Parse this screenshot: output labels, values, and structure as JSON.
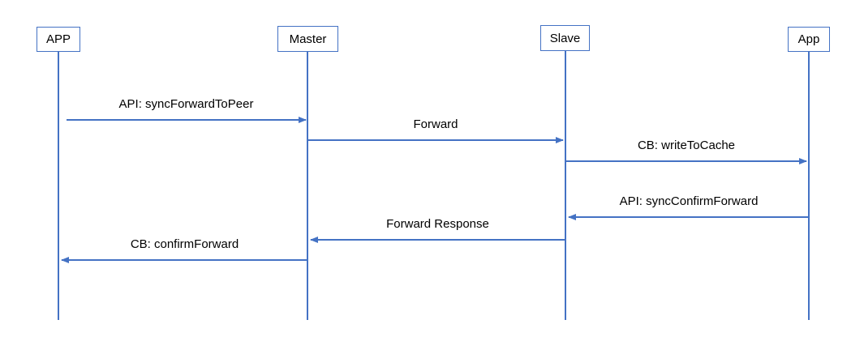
{
  "diagram": {
    "type": "sequence",
    "colors": {
      "line": "#4472C4",
      "text": "#000000",
      "background": "#FFFFFF"
    },
    "actors": [
      {
        "label": "APP"
      },
      {
        "label": "Master"
      },
      {
        "label": "Slave"
      },
      {
        "label": "App"
      }
    ],
    "messages": [
      {
        "label": "API: syncForwardToPeer",
        "from": "APP",
        "to": "Master",
        "direction": "right"
      },
      {
        "label": "Forward",
        "from": "Master",
        "to": "Slave",
        "direction": "right"
      },
      {
        "label": "CB: writeToCache",
        "from": "Slave",
        "to": "App",
        "direction": "right"
      },
      {
        "label": "API: syncConfirmForward",
        "from": "App",
        "to": "Slave",
        "direction": "left"
      },
      {
        "label": "Forward Response",
        "from": "Slave",
        "to": "Master",
        "direction": "left"
      },
      {
        "label": "CB: confirmForward",
        "from": "Master",
        "to": "APP",
        "direction": "left"
      }
    ]
  }
}
